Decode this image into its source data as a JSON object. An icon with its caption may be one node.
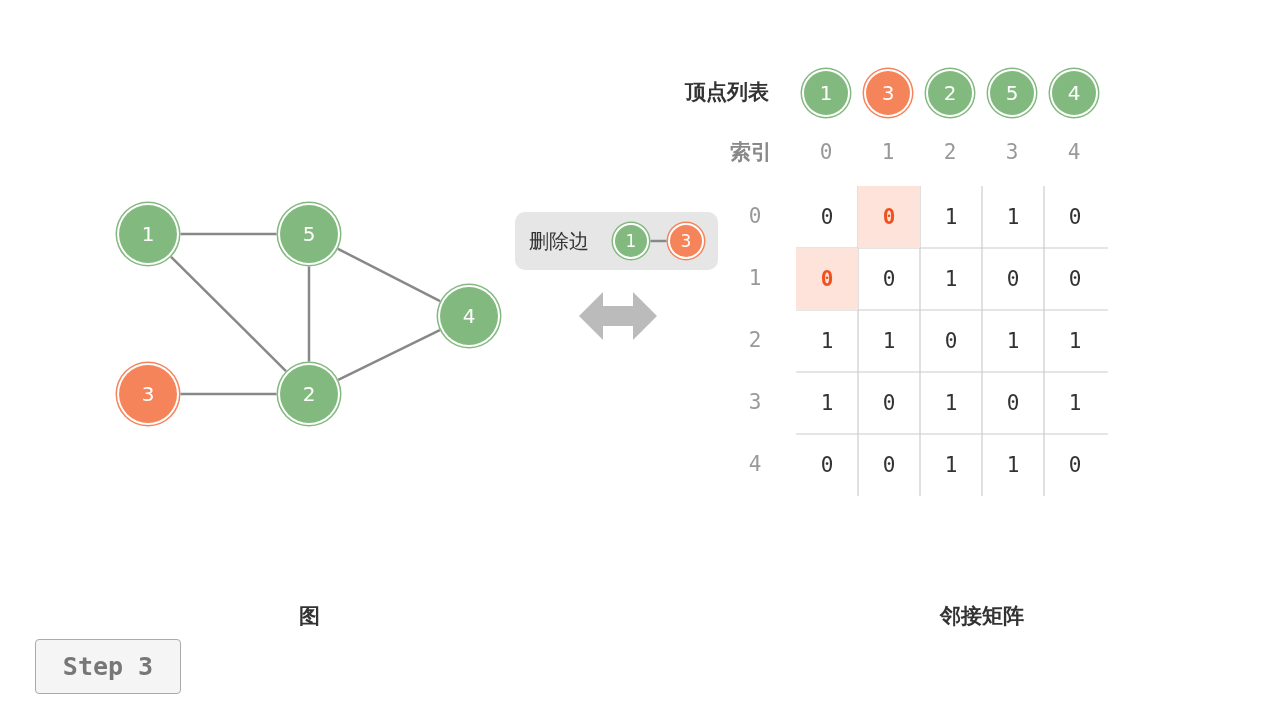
{
  "diagram": {
    "nodes": [
      {
        "text": [
          "1"
        ]
      },
      {
        "text": [
          "5"
        ]
      },
      {
        "text": [
          "4"
        ]
      },
      {
        "text": [
          "3"
        ]
      },
      {
        "text": [
          "2"
        ]
      },
      {
        "text": [
          "删除边"
        ]
      },
      {
        "text": [
          "1"
        ],
        "in": 5
      },
      {
        "text": [
          "3"
        ],
        "in": 5
      },
      {
        "text": [
          "1"
        ]
      },
      {
        "text": [
          "3"
        ]
      },
      {
        "text": [
          "2"
        ]
      },
      {
        "text": [
          "5"
        ]
      },
      {
        "text": [
          "4"
        ]
      }
    ],
    "edges": [
      {
        "from": 0,
        "to": 1,
        "arrow": "none"
      },
      {
        "from": 0,
        "to": 4,
        "arrow": "none"
      },
      {
        "from": 1,
        "to": 4,
        "arrow": "none"
      },
      {
        "from": 1,
        "to": 2,
        "arrow": "none"
      },
      {
        "from": 3,
        "to": 4,
        "arrow": "none"
      },
      {
        "from": 4,
        "to": 2,
        "arrow": "none"
      },
      {
        "from": 6,
        "to": 7,
        "arrow": "none"
      }
    ],
    "labels": [
      "顶点列表",
      "索引",
      "0",
      "1",
      "2",
      "3",
      "4",
      "0",
      "0",
      "**0**",
      "1",
      "1",
      "0",
      "1",
      "**0**",
      "0",
      "1",
      "0",
      "0",
      "2",
      "1",
      "1",
      "0",
      "1",
      "1",
      "3",
      "1",
      "0",
      "1",
      "0",
      "1",
      "4",
      "0",
      "0",
      "1",
      "1",
      "0",
      "图",
      "邻接矩阵",
      "Step 3"
    ]
  }
}
